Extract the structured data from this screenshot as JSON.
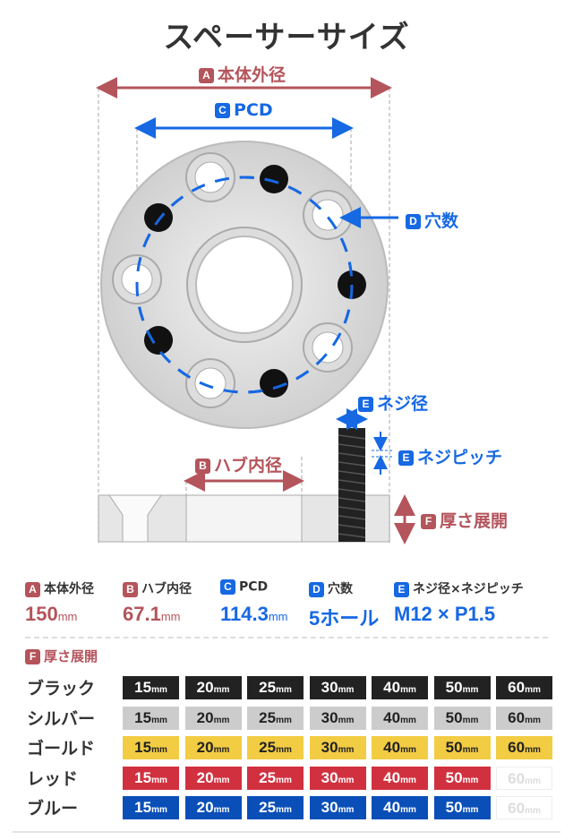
{
  "title": "スペーサーサイズ",
  "diagram": {
    "a": {
      "badge": "A",
      "label": "本体外径"
    },
    "b": {
      "badge": "B",
      "label": "ハブ内径"
    },
    "c": {
      "badge": "C",
      "label": "PCD"
    },
    "d": {
      "badge": "D",
      "label": "穴数"
    },
    "e1": {
      "badge": "E",
      "label": "ネジ径"
    },
    "e2": {
      "badge": "E",
      "label": "ネジピッチ"
    },
    "f": {
      "badge": "F",
      "label": "厚さ展開"
    }
  },
  "specs": [
    {
      "badge": "A",
      "label": "本体外径",
      "value": "150",
      "unit": "mm",
      "color": "#b4545b"
    },
    {
      "badge": "B",
      "label": "ハブ内径",
      "value": "67.1",
      "unit": "mm",
      "color": "#b4545b"
    },
    {
      "badge": "C",
      "label": "PCD",
      "value": "114.3",
      "unit": "mm",
      "color": "#1668e3"
    },
    {
      "badge": "D",
      "label": "穴数",
      "value": "5ホール",
      "unit": "",
      "color": "#1668e3"
    },
    {
      "badge": "E",
      "label": "ネジ径×ネジピッチ",
      "value": "M12 × P1.5",
      "unit": "",
      "color": "#1668e3"
    }
  ],
  "thickness": {
    "badge": "F",
    "label": "厚さ展開",
    "rows": [
      {
        "name": "ブラック",
        "cls": "c-black",
        "sizes": [
          "15",
          "20",
          "25",
          "30",
          "40",
          "50",
          "60"
        ],
        "available": [
          true,
          true,
          true,
          true,
          true,
          true,
          true
        ]
      },
      {
        "name": "シルバー",
        "cls": "c-silver",
        "sizes": [
          "15",
          "20",
          "25",
          "30",
          "40",
          "50",
          "60"
        ],
        "available": [
          true,
          true,
          true,
          true,
          true,
          true,
          true
        ]
      },
      {
        "name": "ゴールド",
        "cls": "c-gold",
        "sizes": [
          "15",
          "20",
          "25",
          "30",
          "40",
          "50",
          "60"
        ],
        "available": [
          true,
          true,
          true,
          true,
          true,
          true,
          true
        ]
      },
      {
        "name": "レッド",
        "cls": "c-red",
        "sizes": [
          "15",
          "20",
          "25",
          "30",
          "40",
          "50",
          "60"
        ],
        "available": [
          true,
          true,
          true,
          true,
          true,
          true,
          false
        ]
      },
      {
        "name": "ブルー",
        "cls": "c-blue",
        "sizes": [
          "15",
          "20",
          "25",
          "30",
          "40",
          "50",
          "60"
        ],
        "available": [
          true,
          true,
          true,
          true,
          true,
          true,
          false
        ]
      }
    ],
    "unit": "mm"
  }
}
